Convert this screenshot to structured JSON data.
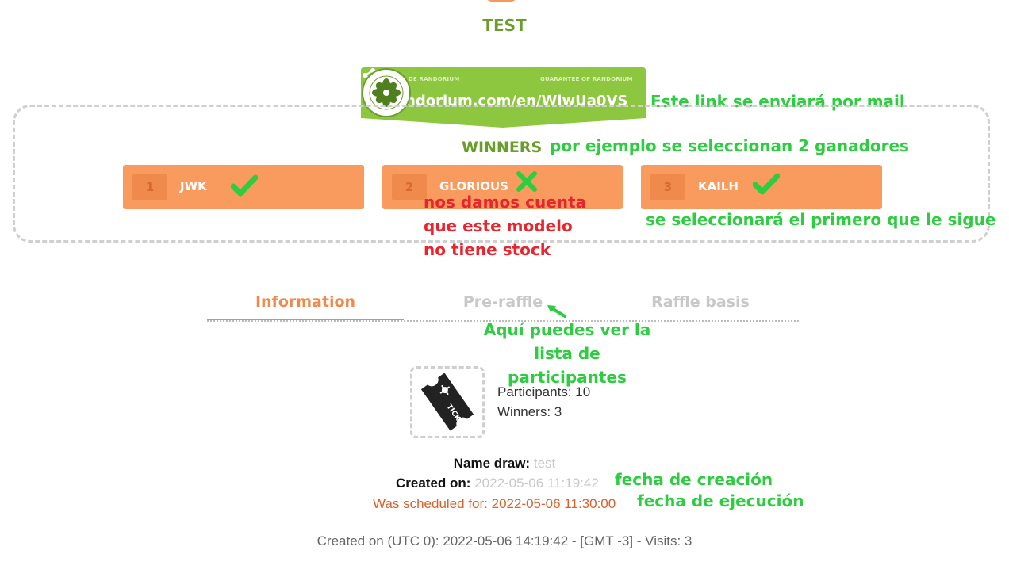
{
  "raffle": {
    "title": "TEST",
    "banner_left": "GARANTÍA DE RANDORIUM",
    "banner_right": "GUARANTEE OF RANDORIUM",
    "link": "randorium.com/en/WlwUa0VS",
    "winners_heading": "WINNERS"
  },
  "winners": [
    {
      "num": "1",
      "name": "JWK",
      "status": "check"
    },
    {
      "num": "2",
      "name": "GLORIOUS",
      "status": "cross"
    },
    {
      "num": "3",
      "name": "KAILH",
      "status": "check"
    }
  ],
  "annotations": {
    "link_note": "Este link se enviará por mail",
    "winners_note": "por ejemplo se seleccionan 2 ganadores",
    "no_stock_1": "nos damos cuenta",
    "no_stock_2": "que este modelo",
    "no_stock_3": "no tiene stock",
    "next_selected": "se seleccionará el primero que le sigue",
    "participants_1": "Aquí puedes ver la",
    "participants_2": "lista de participantes",
    "created_note": "fecha de creación",
    "executed_note": "fecha de ejecución"
  },
  "tabs": [
    {
      "label": "Information",
      "active": true
    },
    {
      "label": "Pre-raffle",
      "active": false
    },
    {
      "label": "Raffle basis",
      "active": false
    }
  ],
  "stats": {
    "participants": "Participants: 10",
    "winners": "Winners: 3"
  },
  "details": {
    "name_label": "Name draw:",
    "name_value": "test",
    "created_label": "Created on:",
    "created_value": "2022-05-06 11:19:42",
    "scheduled_label": "Was scheduled for:",
    "scheduled_value": "2022-05-06 11:30:00"
  },
  "footer": "Created on (UTC 0): 2022-05-06 14:19:42 - [GMT -3] - Visits: 3",
  "colors": {
    "accent_orange": "#f99b5e",
    "banner_green": "#8dc63f",
    "note_green": "#2ecc40",
    "note_red": "#e8242e"
  },
  "icons": [
    "share-icon",
    "seal-icon",
    "check-icon",
    "cross-icon",
    "ticket-icon",
    "arrow-icon"
  ]
}
